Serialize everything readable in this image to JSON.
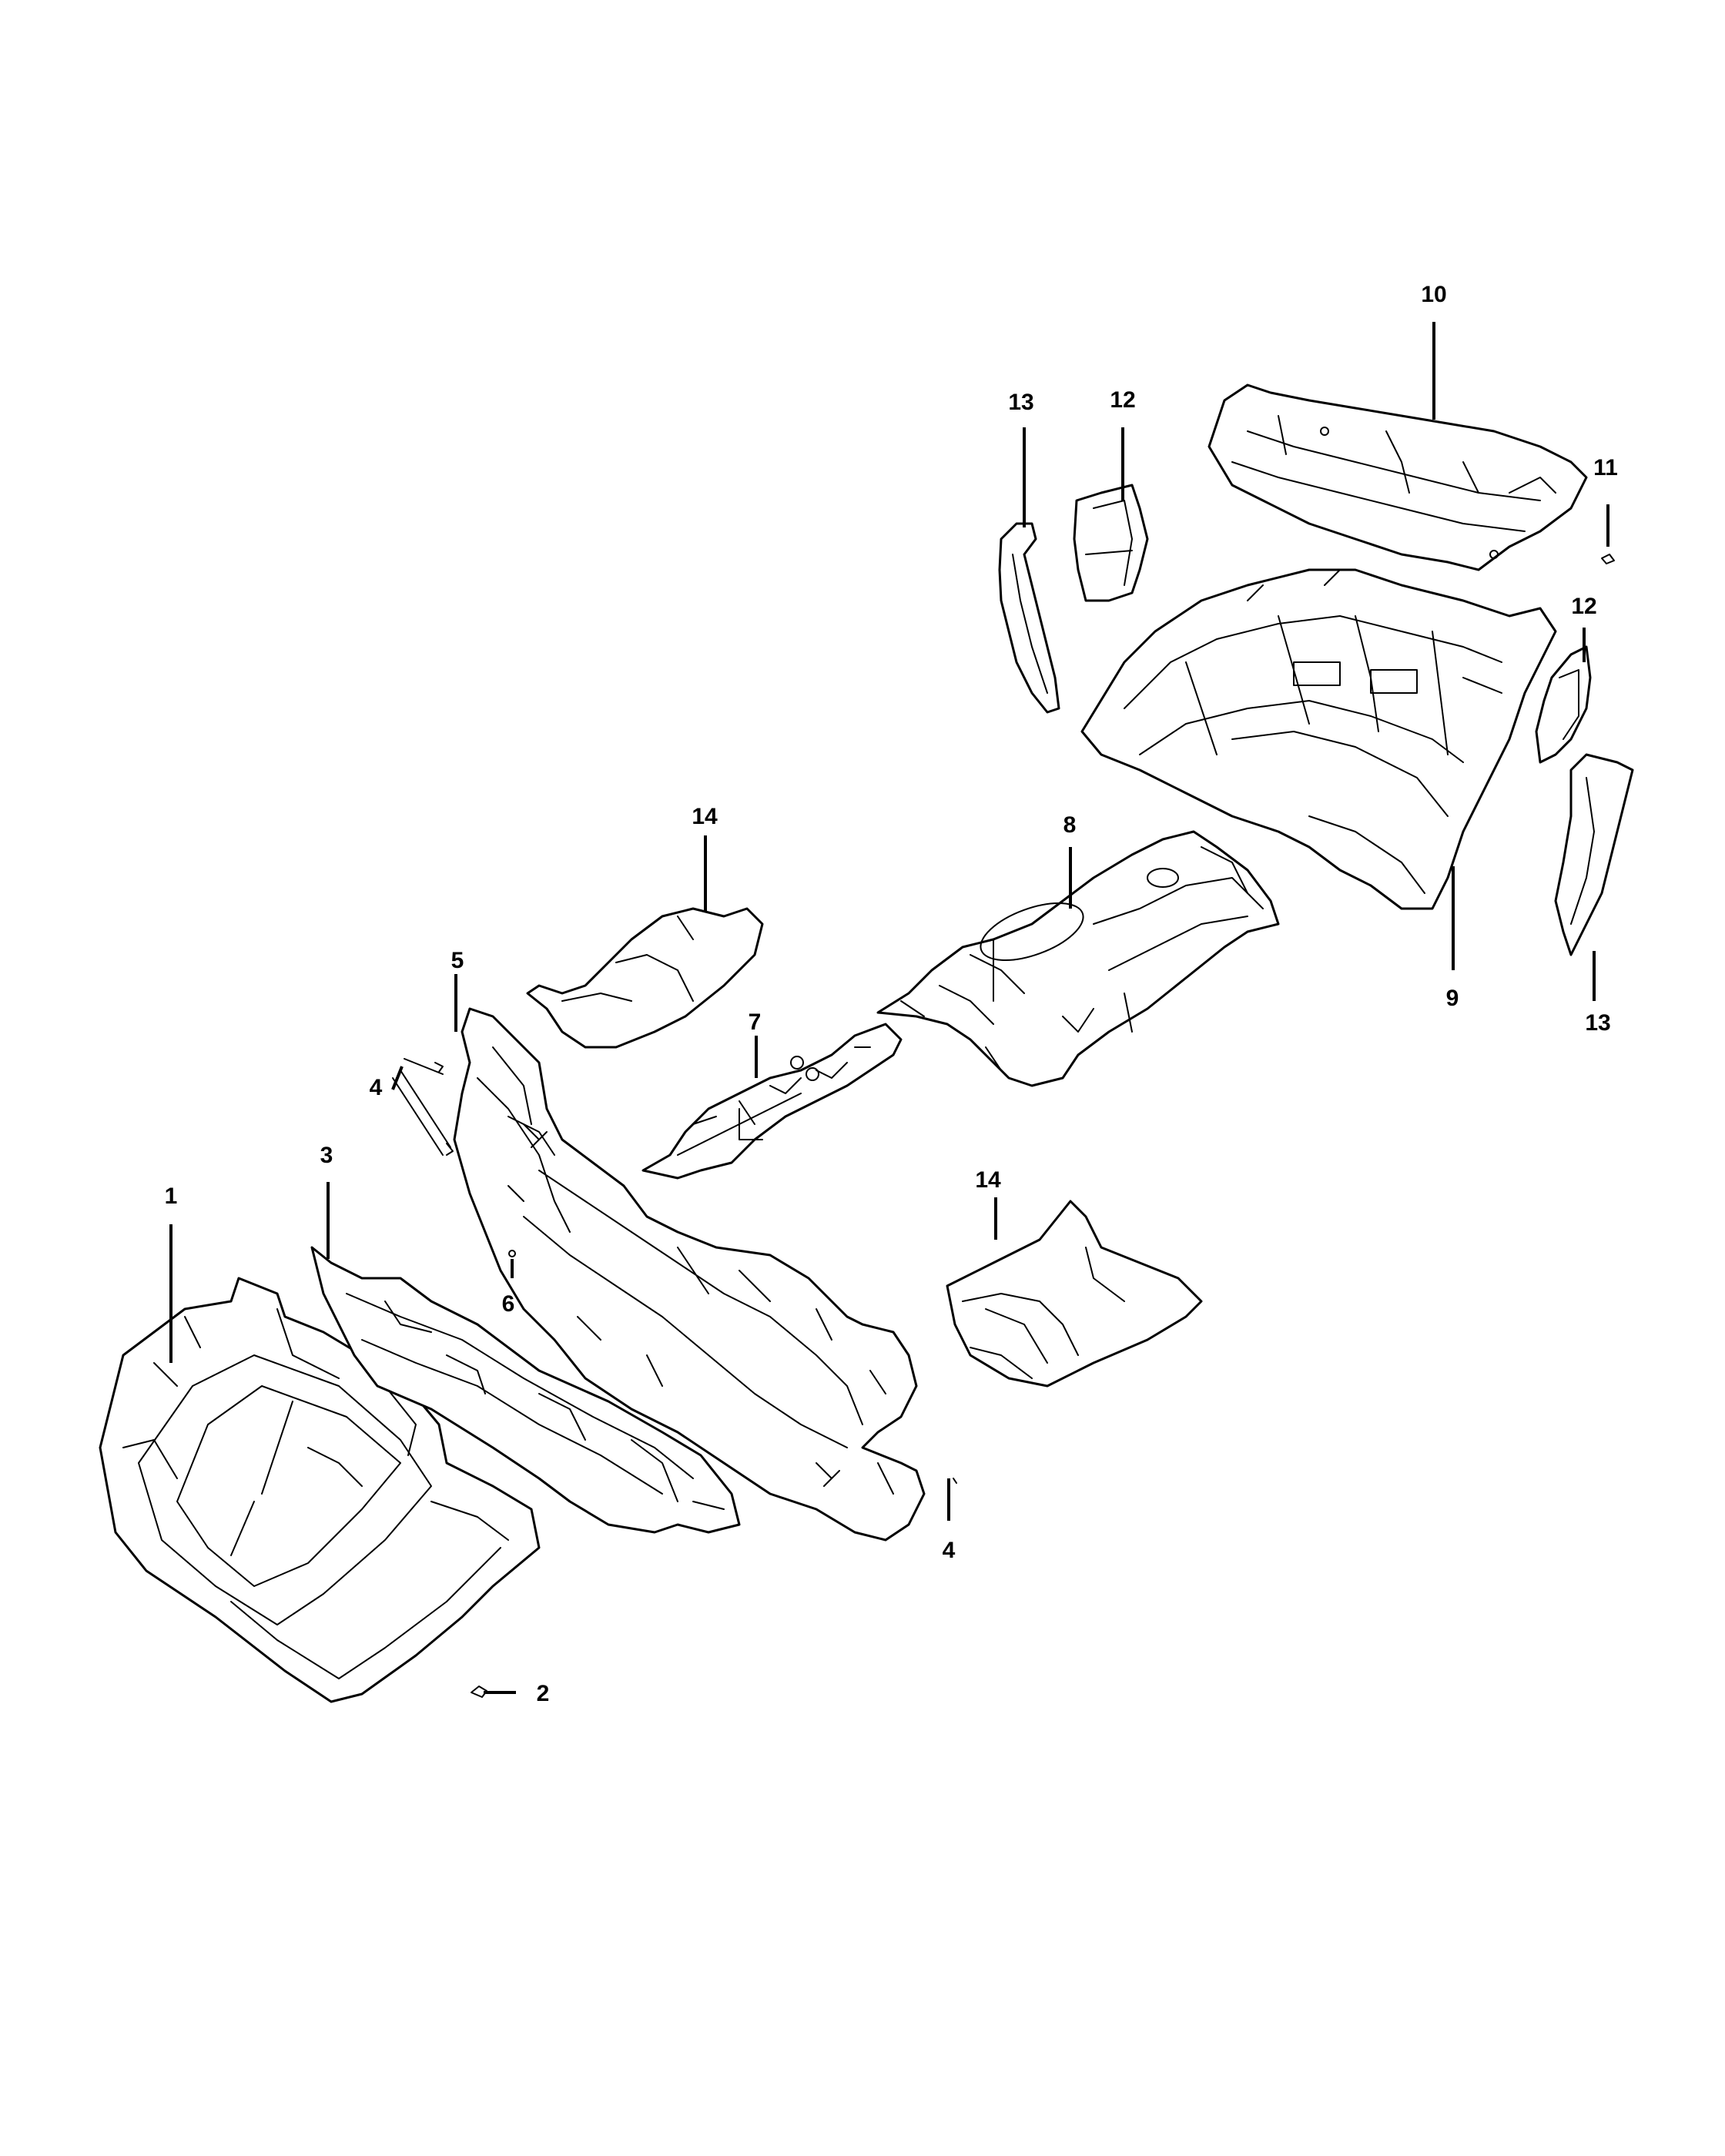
{
  "callouts": [
    {
      "id": "c1",
      "label": "1"
    },
    {
      "id": "c2",
      "label": "2"
    },
    {
      "id": "c3",
      "label": "3"
    },
    {
      "id": "c4a",
      "label": "4"
    },
    {
      "id": "c4b",
      "label": "4"
    },
    {
      "id": "c5",
      "label": "5"
    },
    {
      "id": "c6",
      "label": "6"
    },
    {
      "id": "c7",
      "label": "7"
    },
    {
      "id": "c8",
      "label": "8"
    },
    {
      "id": "c9",
      "label": "9"
    },
    {
      "id": "c10",
      "label": "10"
    },
    {
      "id": "c11",
      "label": "11"
    },
    {
      "id": "c12a",
      "label": "12"
    },
    {
      "id": "c12b",
      "label": "12"
    },
    {
      "id": "c13a",
      "label": "13"
    },
    {
      "id": "c13b",
      "label": "13"
    },
    {
      "id": "c14a",
      "label": "14"
    },
    {
      "id": "c14b",
      "label": "14"
    }
  ]
}
